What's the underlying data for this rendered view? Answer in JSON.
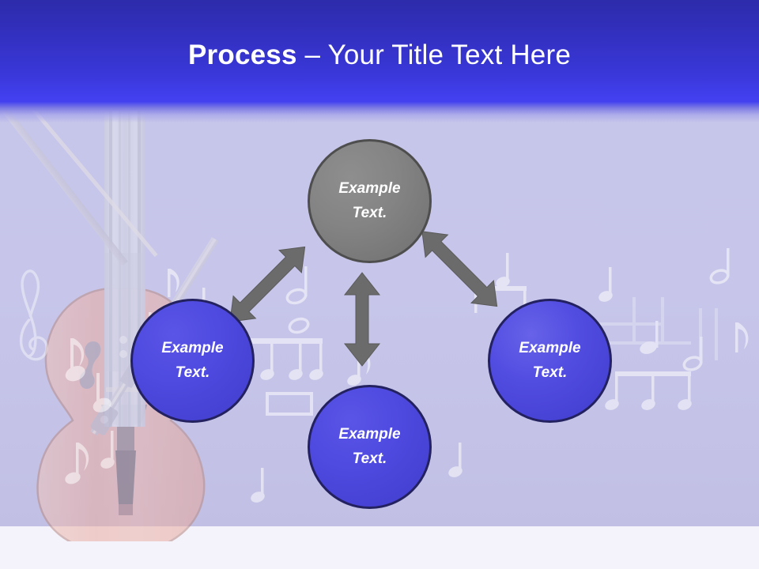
{
  "slide": {
    "title": {
      "bold_part": "Process",
      "rest_part": " – Your Title Text Here"
    },
    "background": {
      "theme": "violin-music-notes",
      "header_color_top": "#2d2cab",
      "header_color_bottom": "#4240ef",
      "body_color": "#c7c6ea",
      "footer_color": "#f4f3fb",
      "violin_body_color": "#e8b0a6",
      "note_color": "#ffffff"
    },
    "diagram": {
      "type": "process-hub",
      "arrow_color": "#6b6b6b",
      "nodes": [
        {
          "id": "top",
          "position": "top",
          "line1": "Example",
          "line2": "Text.",
          "fill": "#808080",
          "border": "#4e4e4e",
          "text_color": "#ffffff"
        },
        {
          "id": "left",
          "position": "left",
          "line1": "Example",
          "line2": "Text.",
          "fill": "#4a45dc",
          "border": "#23215f",
          "text_color": "#ffffff"
        },
        {
          "id": "right",
          "position": "right",
          "line1": "Example",
          "line2": "Text.",
          "fill": "#4a45dc",
          "border": "#23215f",
          "text_color": "#ffffff"
        },
        {
          "id": "bottom",
          "position": "bottom",
          "line1": "Example",
          "line2": "Text.",
          "fill": "#4a45dc",
          "border": "#23215f",
          "text_color": "#ffffff"
        }
      ],
      "connectors": [
        {
          "id": "top-left",
          "style": "double-headed",
          "orientation": "diagonal-up-right"
        },
        {
          "id": "top-right",
          "style": "double-headed",
          "orientation": "diagonal-up-left"
        },
        {
          "id": "top-bottom",
          "style": "double-headed",
          "orientation": "vertical"
        }
      ]
    }
  }
}
